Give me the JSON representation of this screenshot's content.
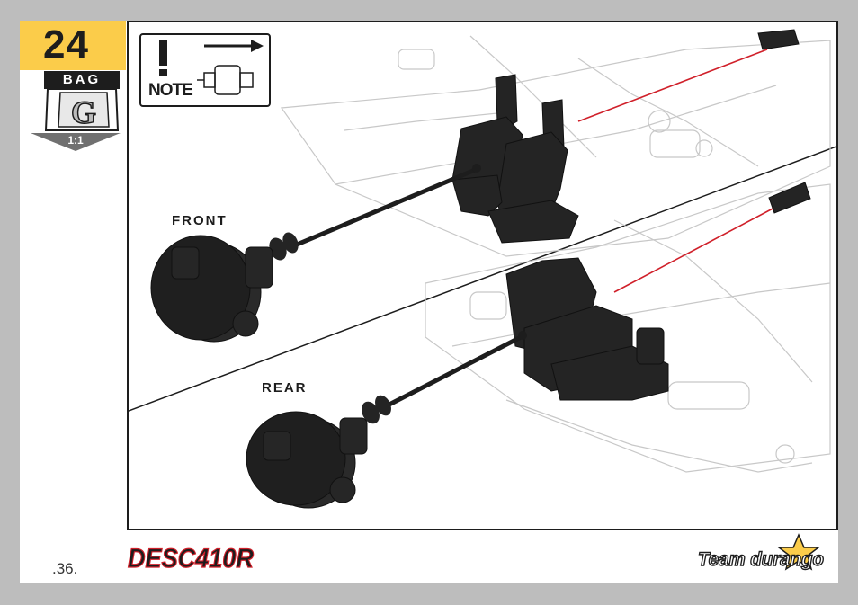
{
  "step": {
    "number": "24"
  },
  "bag": {
    "label": "BAG",
    "letter": "G",
    "scale": "1:1"
  },
  "note": {
    "text": "NOTE"
  },
  "assemblies": {
    "front_label": "FRONT",
    "rear_label": "REAR"
  },
  "footer": {
    "page_number": ".36.",
    "product_logo_text": "DESC410R",
    "brand_logo_text": "Team durango"
  },
  "colors": {
    "accent": "#fbcc4a",
    "guide_line": "#d0202a",
    "part": "#1d1d1d"
  }
}
